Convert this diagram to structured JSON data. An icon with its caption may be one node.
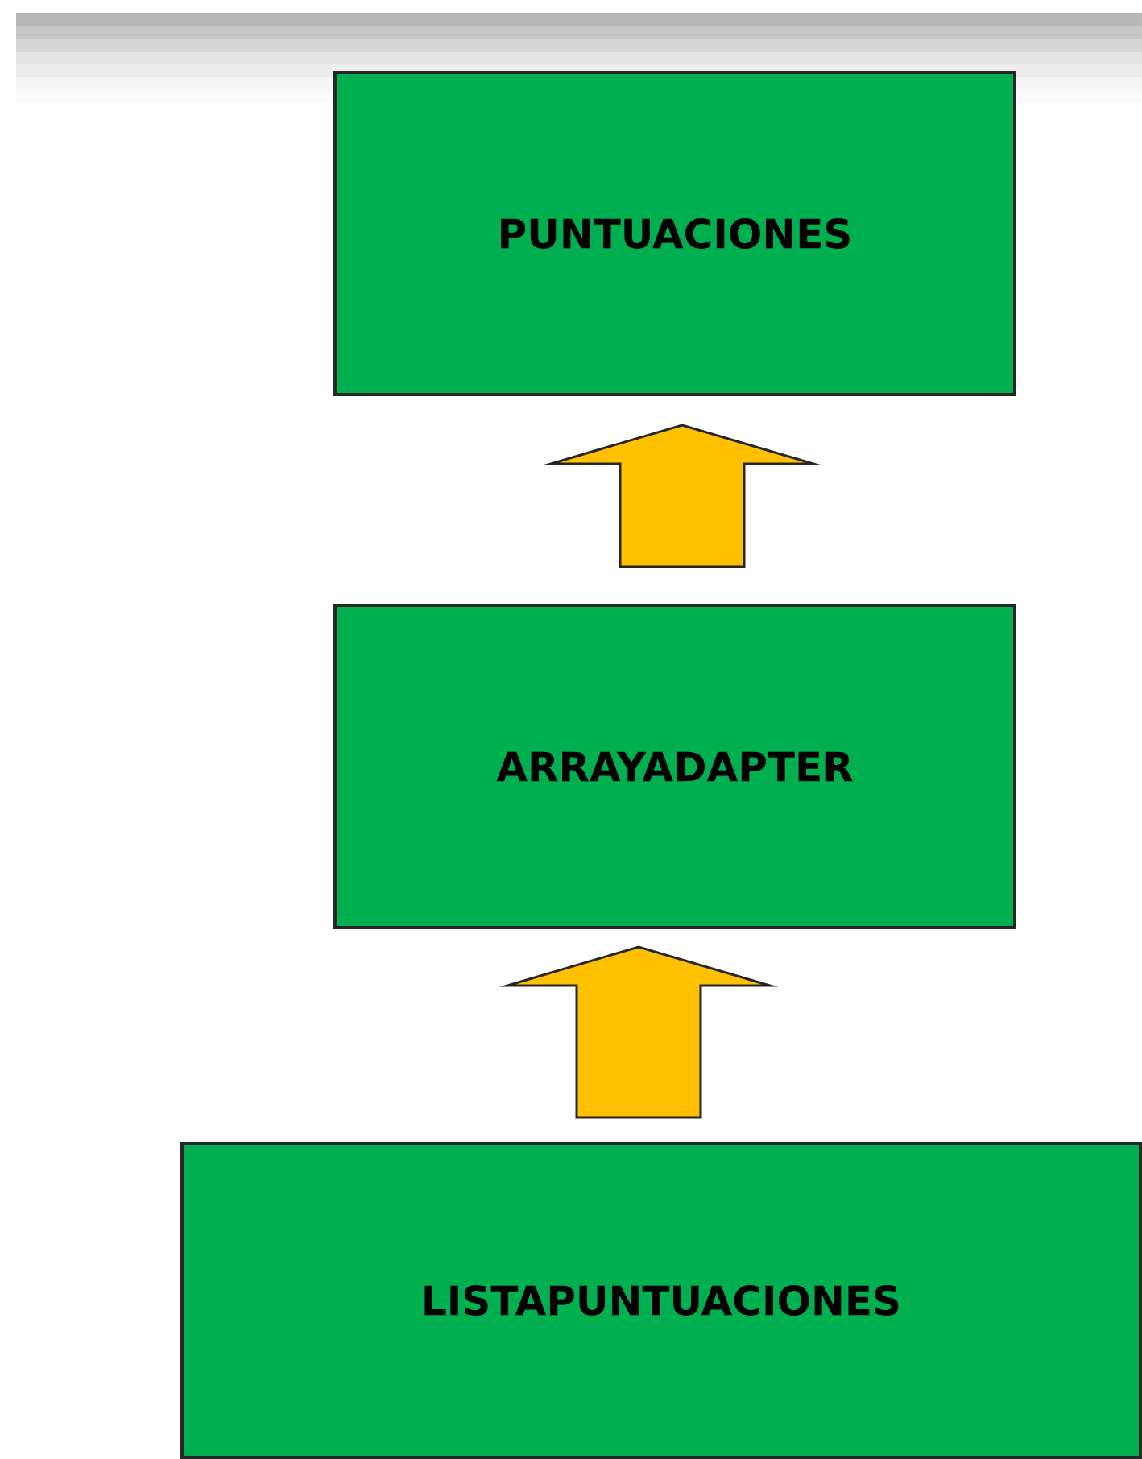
{
  "diagram": {
    "nodes": [
      {
        "text": [
          "PUNTUACIONES"
        ]
      },
      {
        "text": [
          "ARRAYADAPTER"
        ]
      },
      {
        "text": [
          "LISTAPUNTUACIONES"
        ]
      }
    ],
    "edges": [
      {
        "from": 1,
        "to": 0,
        "arrow": "to"
      },
      {
        "from": 2,
        "to": 1,
        "arrow": "to"
      }
    ]
  }
}
